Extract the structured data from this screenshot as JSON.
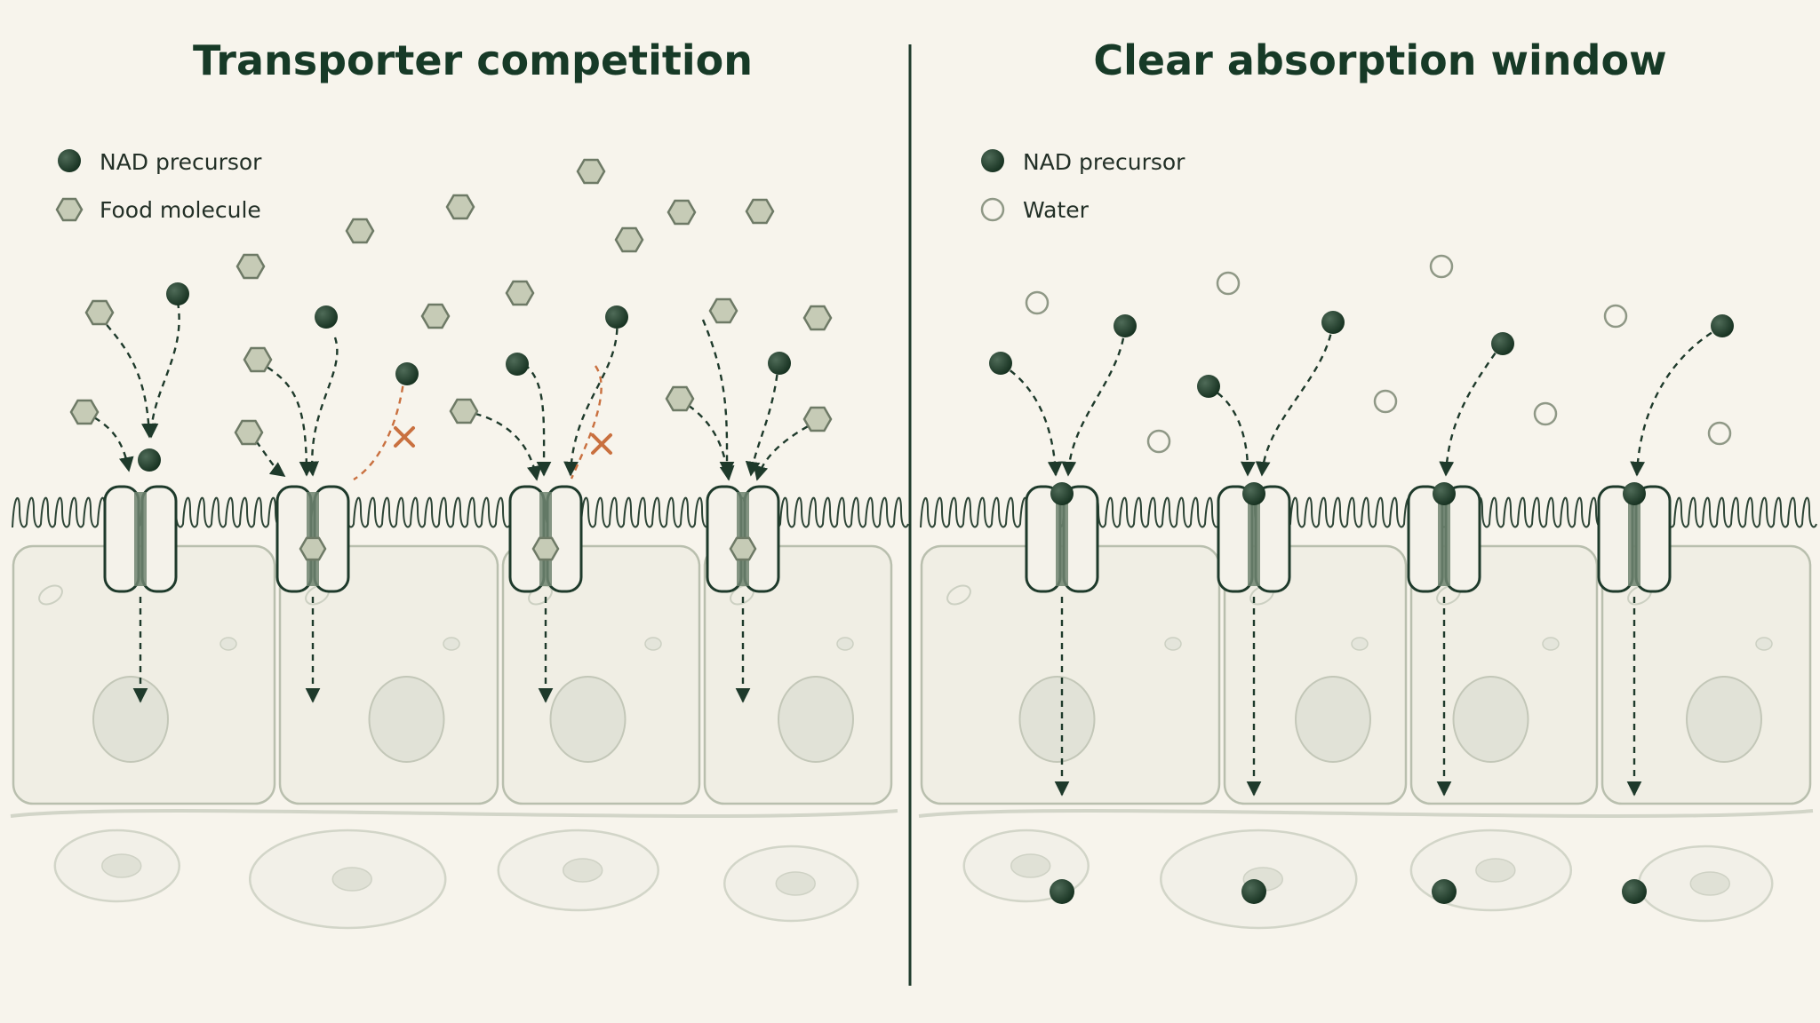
{
  "colors": {
    "background": "#f7f4ec",
    "dark_green": "#1e3a2b",
    "food_fill": "#c6cbb6",
    "food_stroke": "#6e7a66",
    "cell_line": "#b9bfae",
    "tissue_line": "#d2d5c8",
    "blocked": "#c9703f",
    "water_stroke": "#8f9886"
  },
  "left_panel": {
    "title": "Transporter competition",
    "legend": [
      {
        "icon": "nad-precursor-icon",
        "label": "NAD precursor"
      },
      {
        "icon": "food-molecule-icon",
        "label": "Food molecule"
      }
    ]
  },
  "right_panel": {
    "title": "Clear absorption window",
    "legend": [
      {
        "icon": "nad-precursor-icon",
        "label": "NAD precursor"
      },
      {
        "icon": "water-icon",
        "label": "Water"
      }
    ]
  }
}
